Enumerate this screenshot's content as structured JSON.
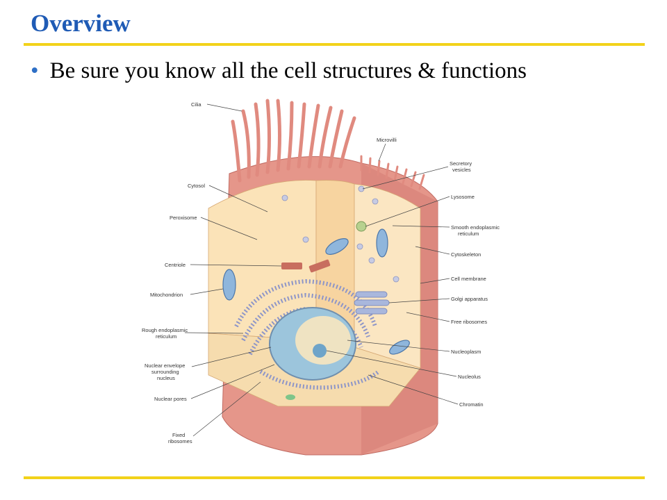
{
  "slide": {
    "title": "Overview",
    "bullets": [
      "Be sure you know all the cell structures & functions"
    ]
  },
  "diagram": {
    "labels": {
      "cilia": "Cilia",
      "cytosol": "Cytosol",
      "peroxisome": "Peroxisome",
      "centriole": "Centriole",
      "mitochondrion": "Mitochondrion",
      "rough_er_1": "Rough endoplasmic",
      "rough_er_2": "reticulum",
      "nuclear_env_1": "Nuclear envelope",
      "nuclear_env_2": "surrounding",
      "nuclear_env_3": "nucleus",
      "nuclear_pores": "Nuclear pores",
      "fixed_rib_1": "Fixed",
      "fixed_rib_2": "ribosomes",
      "microvilli": "Microvilli",
      "secretory_1": "Secretory",
      "secretory_2": "vesicles",
      "lysosome": "Lysosome",
      "smooth_er_1": "Smooth endoplasmic",
      "smooth_er_2": "reticulum",
      "cytoskeleton": "Cytoskeleton",
      "cell_membrane": "Cell membrane",
      "golgi": "Golgi apparatus",
      "free_ribosomes": "Free ribosomes",
      "nucleoplasm": "Nucleoplasm",
      "nucleolus": "Nucleolus",
      "chromatin": "Chromatin"
    }
  },
  "colors": {
    "title": "#1f5bb5",
    "rule": "#f2d21a",
    "membrane": "#e5968a",
    "cytoplasm": "#fbe3b8",
    "organelle": "#a9b7dc",
    "nucleus": "#9cc5dc"
  }
}
